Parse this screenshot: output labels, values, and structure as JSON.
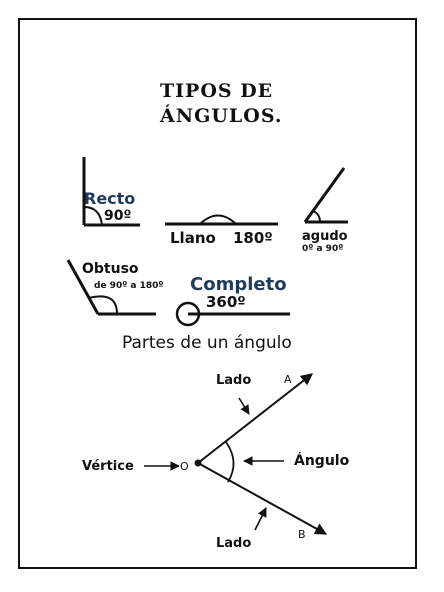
{
  "title": {
    "line1": "TIPOS DE",
    "line2": "ÁNGULOS."
  },
  "angles": {
    "recto": {
      "name": "Recto",
      "value": "90º"
    },
    "llano": {
      "name": "Llano",
      "value": "180º"
    },
    "agudo": {
      "name": "agudo",
      "range": "0º a 90º"
    },
    "obtuso": {
      "name": "Obtuso",
      "range": "de 90º a 180º"
    },
    "completo": {
      "name": "Completo",
      "value": "360º"
    }
  },
  "parts": {
    "heading": "Partes de un ángulo",
    "lado_top": "Lado",
    "lado_bottom": "Lado",
    "point_a": "A",
    "point_b": "B",
    "vertex_label": "Vértice",
    "vertex_point": "O",
    "angle_label": "Ángulo"
  },
  "colors": {
    "ink": "#111111",
    "angle_label_blue": "#1f3a5f",
    "frame": "#111111"
  }
}
